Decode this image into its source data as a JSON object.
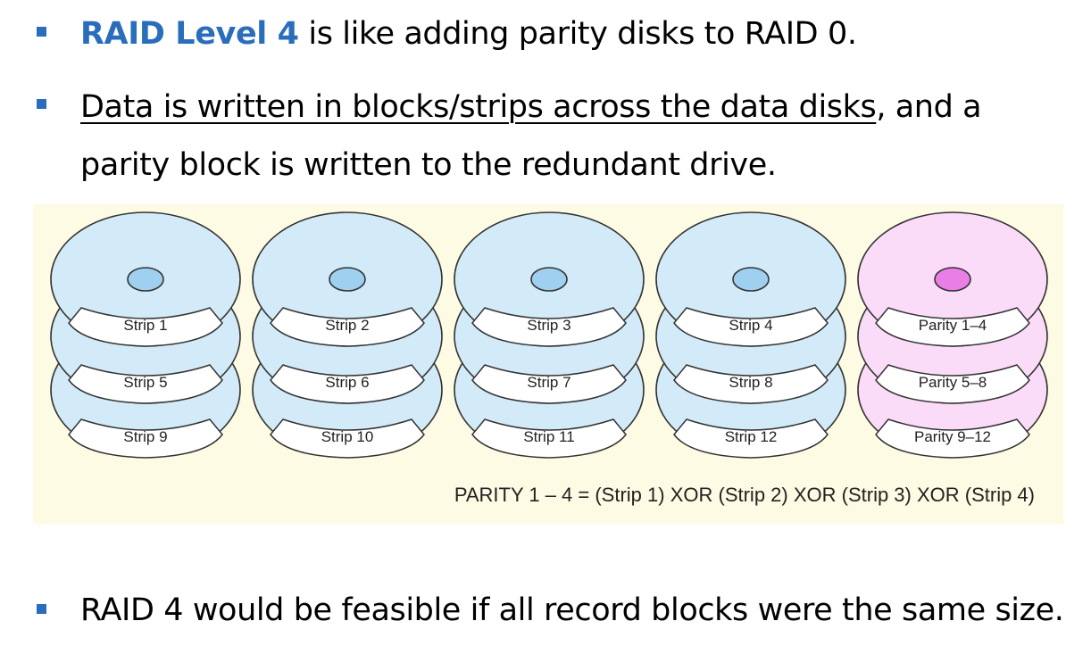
{
  "colors": {
    "bullet": "#2a6ebb",
    "accent_text": "#2a6ebb",
    "figure_bg": "#fdfbe3",
    "data_disk": "#d3ebf8",
    "data_hub": "#9fd0ef",
    "parity_disk": "#fbdcf8",
    "parity_hub": "#e87ee6",
    "outline": "#333333"
  },
  "icons": {
    "bullet": "square-bullet-icon",
    "disk": "disk-platter-icon"
  },
  "bullets": {
    "first": {
      "highlight": "RAID Level 4",
      "rest": " is like adding parity disks to RAID 0."
    },
    "second": {
      "underlined": "Data is written in blocks/strips across the data disks",
      "rest": ", and a",
      "line2": "parity block is written to the redundant drive."
    },
    "third": {
      "text": "RAID 4 would be feasible if all record blocks were the same size."
    }
  },
  "diagram": {
    "disks": [
      {
        "labels": [
          "Strip 1",
          "Strip 5",
          "Strip 9"
        ],
        "kind": "data"
      },
      {
        "labels": [
          "Strip 2",
          "Strip 6",
          "Strip 10"
        ],
        "kind": "data"
      },
      {
        "labels": [
          "Strip 3",
          "Strip 7",
          "Strip 11"
        ],
        "kind": "data"
      },
      {
        "labels": [
          "Strip 4",
          "Strip 8",
          "Strip 12"
        ],
        "kind": "data"
      },
      {
        "labels": [
          "Parity 1–4",
          "Parity 5–8",
          "Parity 9–12"
        ],
        "kind": "parity"
      }
    ],
    "formula": "PARITY 1 – 4 = (Strip 1) XOR (Strip 2) XOR (Strip 3) XOR (Strip 4)"
  }
}
